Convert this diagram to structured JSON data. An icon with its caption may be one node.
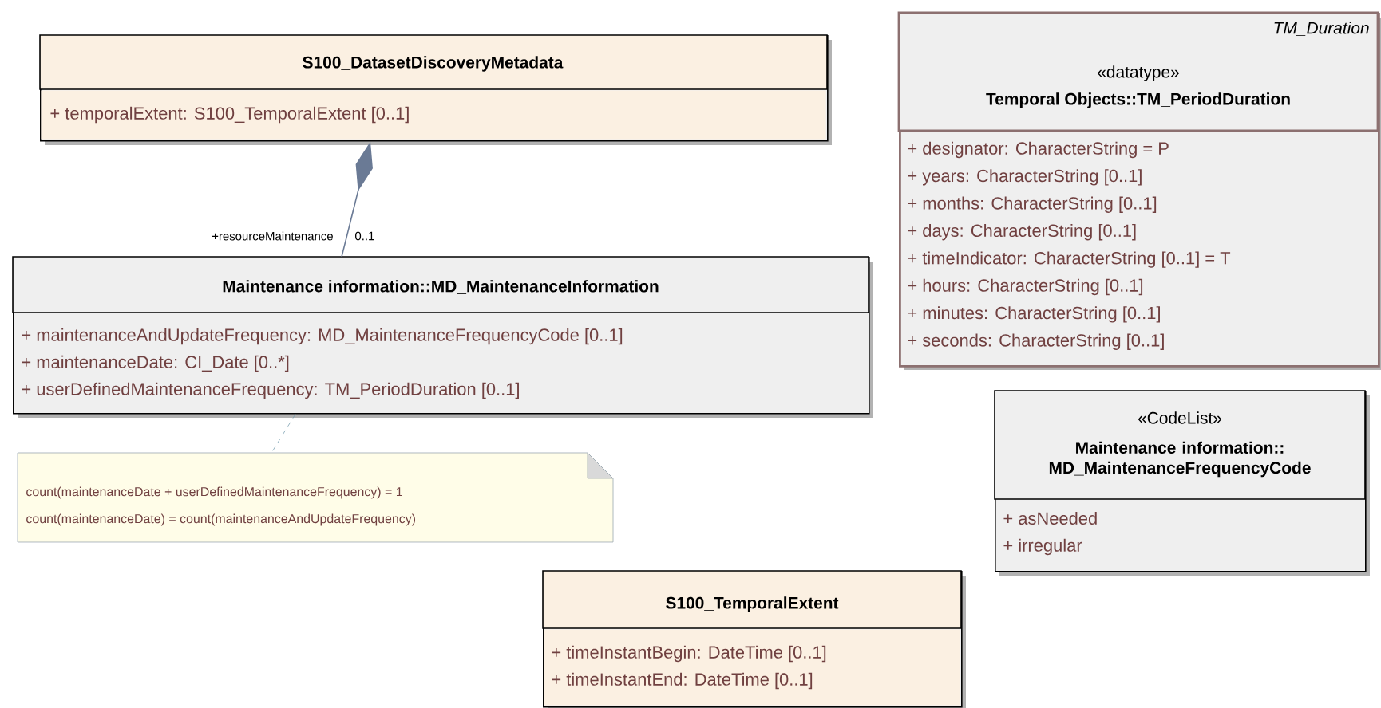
{
  "diagram": {
    "nodes": [
      {
        "text": [
          "S100_DatasetDiscoveryMetadata",
          "+ temporalExtent: S100_TemporalExtent [0..1]"
        ]
      },
      {
        "text": [
          "Maintenance information::MD_MaintenanceInformation",
          "+ maintenanceAndUpdateFrequency: MD_MaintenanceFrequencyCode [0..1]",
          "+ maintenanceDate: CI_Date [0..*]",
          "+ userDefinedMaintenanceFrequency: TM_PeriodDuration [0..1]"
        ]
      },
      {
        "text": [
          "count(maintenanceDate + userDefinedMaintenanceFrequency) = 1",
          "count(maintenanceDate) = count(maintenanceAndUpdateFrequency)"
        ]
      },
      {
        "text": [
          "TM_Duration",
          "«datatype»",
          "Temporal Objects::TM_PeriodDuration",
          "+ designator: CharacterString = P",
          "+ years: CharacterString [0..1]",
          "+ months: CharacterString [0..1]",
          "+ days: CharacterString [0..1]",
          "+ timeIndicator: CharacterString [0..1] = T",
          "+ hours: CharacterString [0..1]",
          "+ minutes: CharacterString [0..1]",
          "+ seconds: CharacterString [0..1]"
        ]
      },
      {
        "text": [
          "«CodeList»",
          "Maintenance information:: MD_MaintenanceFrequencyCode",
          "+ asNeeded",
          "+ irregular"
        ]
      },
      {
        "text": [
          "S100_TemporalExtent",
          "+ timeInstantBegin: DateTime [0..1]",
          "+ timeInstantEnd: DateTime [0..1]"
        ]
      }
    ],
    "edges": [
      {
        "from": 0,
        "to": 1,
        "arrow": "other",
        "label": "+resourceMaintenance",
        "color": "#6a7a95"
      },
      {
        "from": 1,
        "to": 2,
        "arrow": "none",
        "style": "dashed",
        "color": "#7a9fb0"
      }
    ],
    "labels": [
      "0..1"
    ]
  }
}
